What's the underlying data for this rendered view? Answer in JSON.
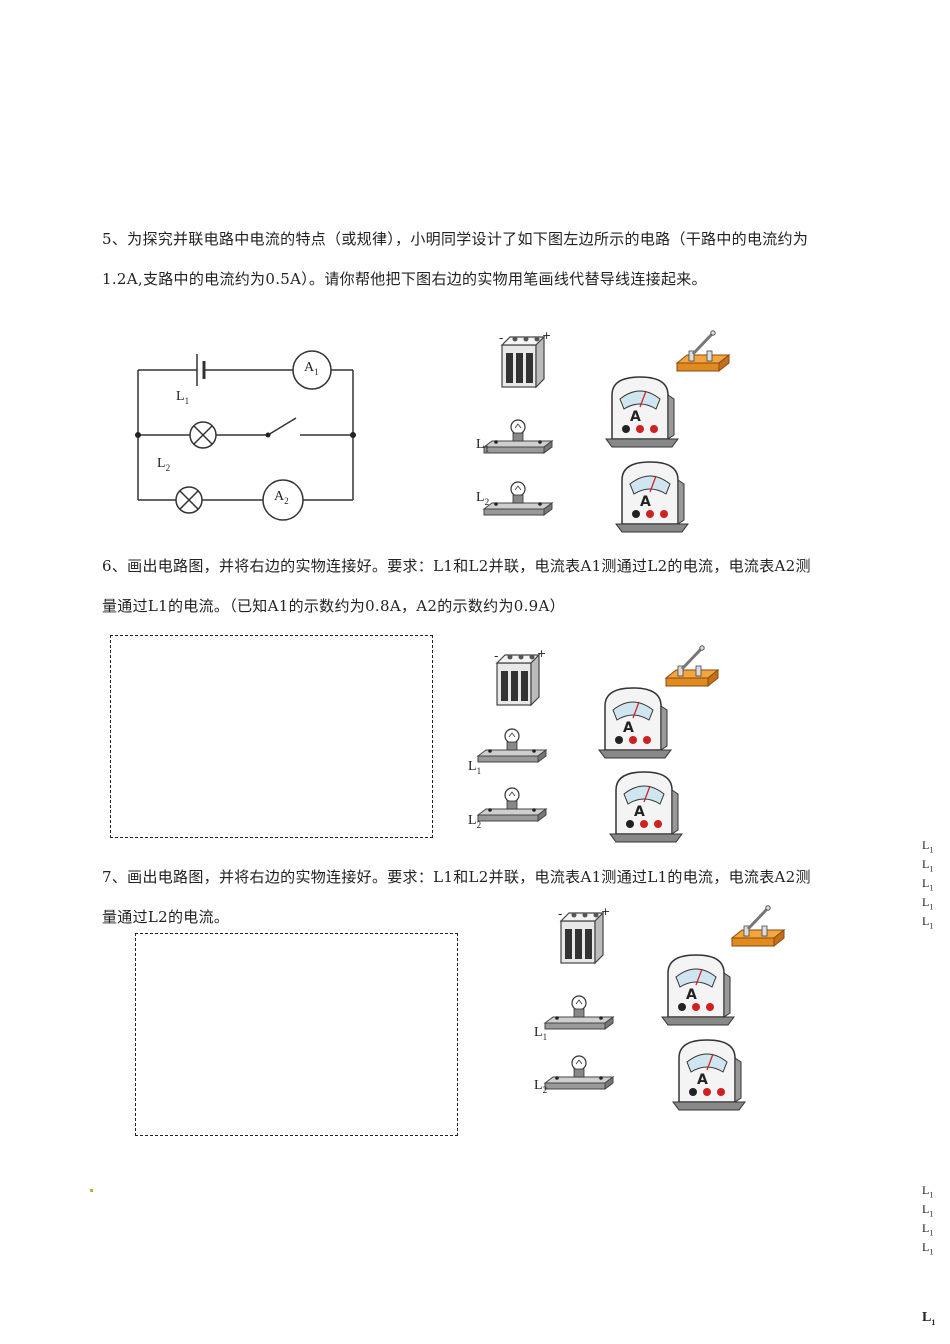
{
  "q5": {
    "line1": "5、为探究并联电路中电流的特点（或规律），小明同学设计了如下图左边所示的电路（干路中的电流约为",
    "line2": "1.2A,支路中的电流约为0.5A）。请你帮他把下图右边的实物用笔画线代替导线连接起来。",
    "circuit": {
      "l1": "L",
      "l1_sub": "1",
      "l2": "L",
      "l2_sub": "2",
      "a1": "A",
      "a1_sub": "1",
      "a2": "A",
      "a2_sub": "2"
    },
    "components": {
      "l1": "L",
      "l1_sub": "1",
      "l2": "L",
      "l2_sub": "2"
    }
  },
  "q6": {
    "line1": "6、画出电路图，并将右边的实物连接好。要求：L1和L2并联，电流表A1测通过L2的电流，电流表A2测",
    "line2": "量通过L1的电流。（已知A1的示数约为0.8A，A2的示数约为0.9A）",
    "components": {
      "l1": "L",
      "l1_sub": "1",
      "l2": "L",
      "l2_sub": "2"
    }
  },
  "q7": {
    "line1": "7、画出电路图，并将右边的实物连接好。要求：L1和L2并联，电流表A1测通过L1的电流，电流表A2测",
    "line2": "量通过L2的电流。",
    "components": {
      "l1": "L",
      "l1_sub": "1",
      "l2": "L",
      "l2_sub": "2"
    }
  },
  "margin": {
    "label": "L",
    "sub": "1"
  }
}
